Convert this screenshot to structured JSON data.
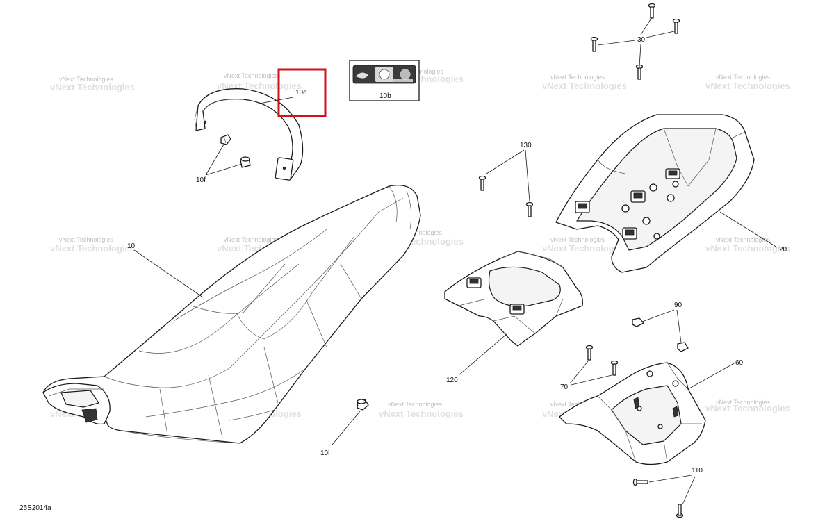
{
  "diagram": {
    "code": "25S2014a",
    "watermark": "vNext Technologies",
    "highlight_color": "#d0121b",
    "callouts": {
      "c10": "10",
      "c10b": "10b",
      "c10e": "10e",
      "c10f": "10f",
      "c10l": "10l",
      "c20": "20",
      "c30": "30",
      "c60": "60",
      "c70": "70",
      "c90": "90",
      "c110": "110",
      "c120": "120",
      "c130": "130"
    },
    "highlighted_callout": "10e"
  }
}
